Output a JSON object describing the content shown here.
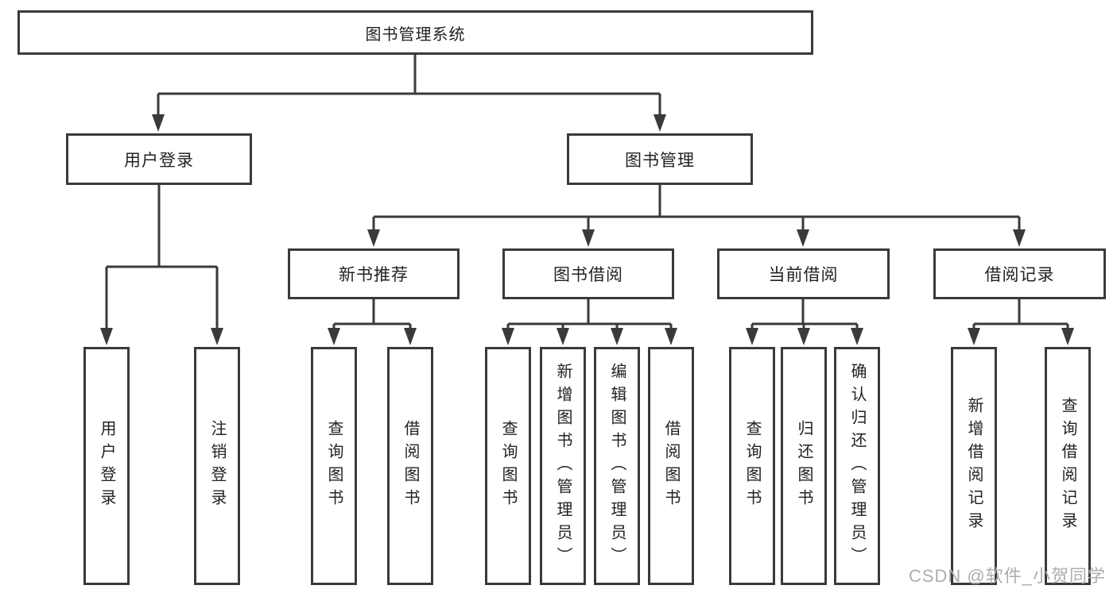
{
  "tree": {
    "root": {
      "label": "图书管理系统"
    },
    "branches": [
      {
        "label": "用户登录",
        "leaves": [
          "用户登录",
          "注销登录"
        ]
      },
      {
        "label": "图书管理",
        "groups": [
          {
            "label": "新书推荐",
            "leaves": [
              "查询图书",
              "借阅图书"
            ]
          },
          {
            "label": "图书借阅",
            "leaves": [
              "查询图书",
              "新增图书（管理员）",
              "编辑图书（管理员）",
              "借阅图书"
            ]
          },
          {
            "label": "当前借阅",
            "leaves": [
              "查询图书",
              "归还图书",
              "确认归还（管理员）"
            ]
          },
          {
            "label": "借阅记录",
            "leaves": [
              "新增借阅记录",
              "查询借阅记录"
            ]
          }
        ]
      }
    ]
  },
  "watermark": "CSDN @软件_小贺同学",
  "colors": {
    "line": "#3a3a3a",
    "text": "#222222",
    "watermark": "#adadad",
    "background": "#ffffff"
  }
}
